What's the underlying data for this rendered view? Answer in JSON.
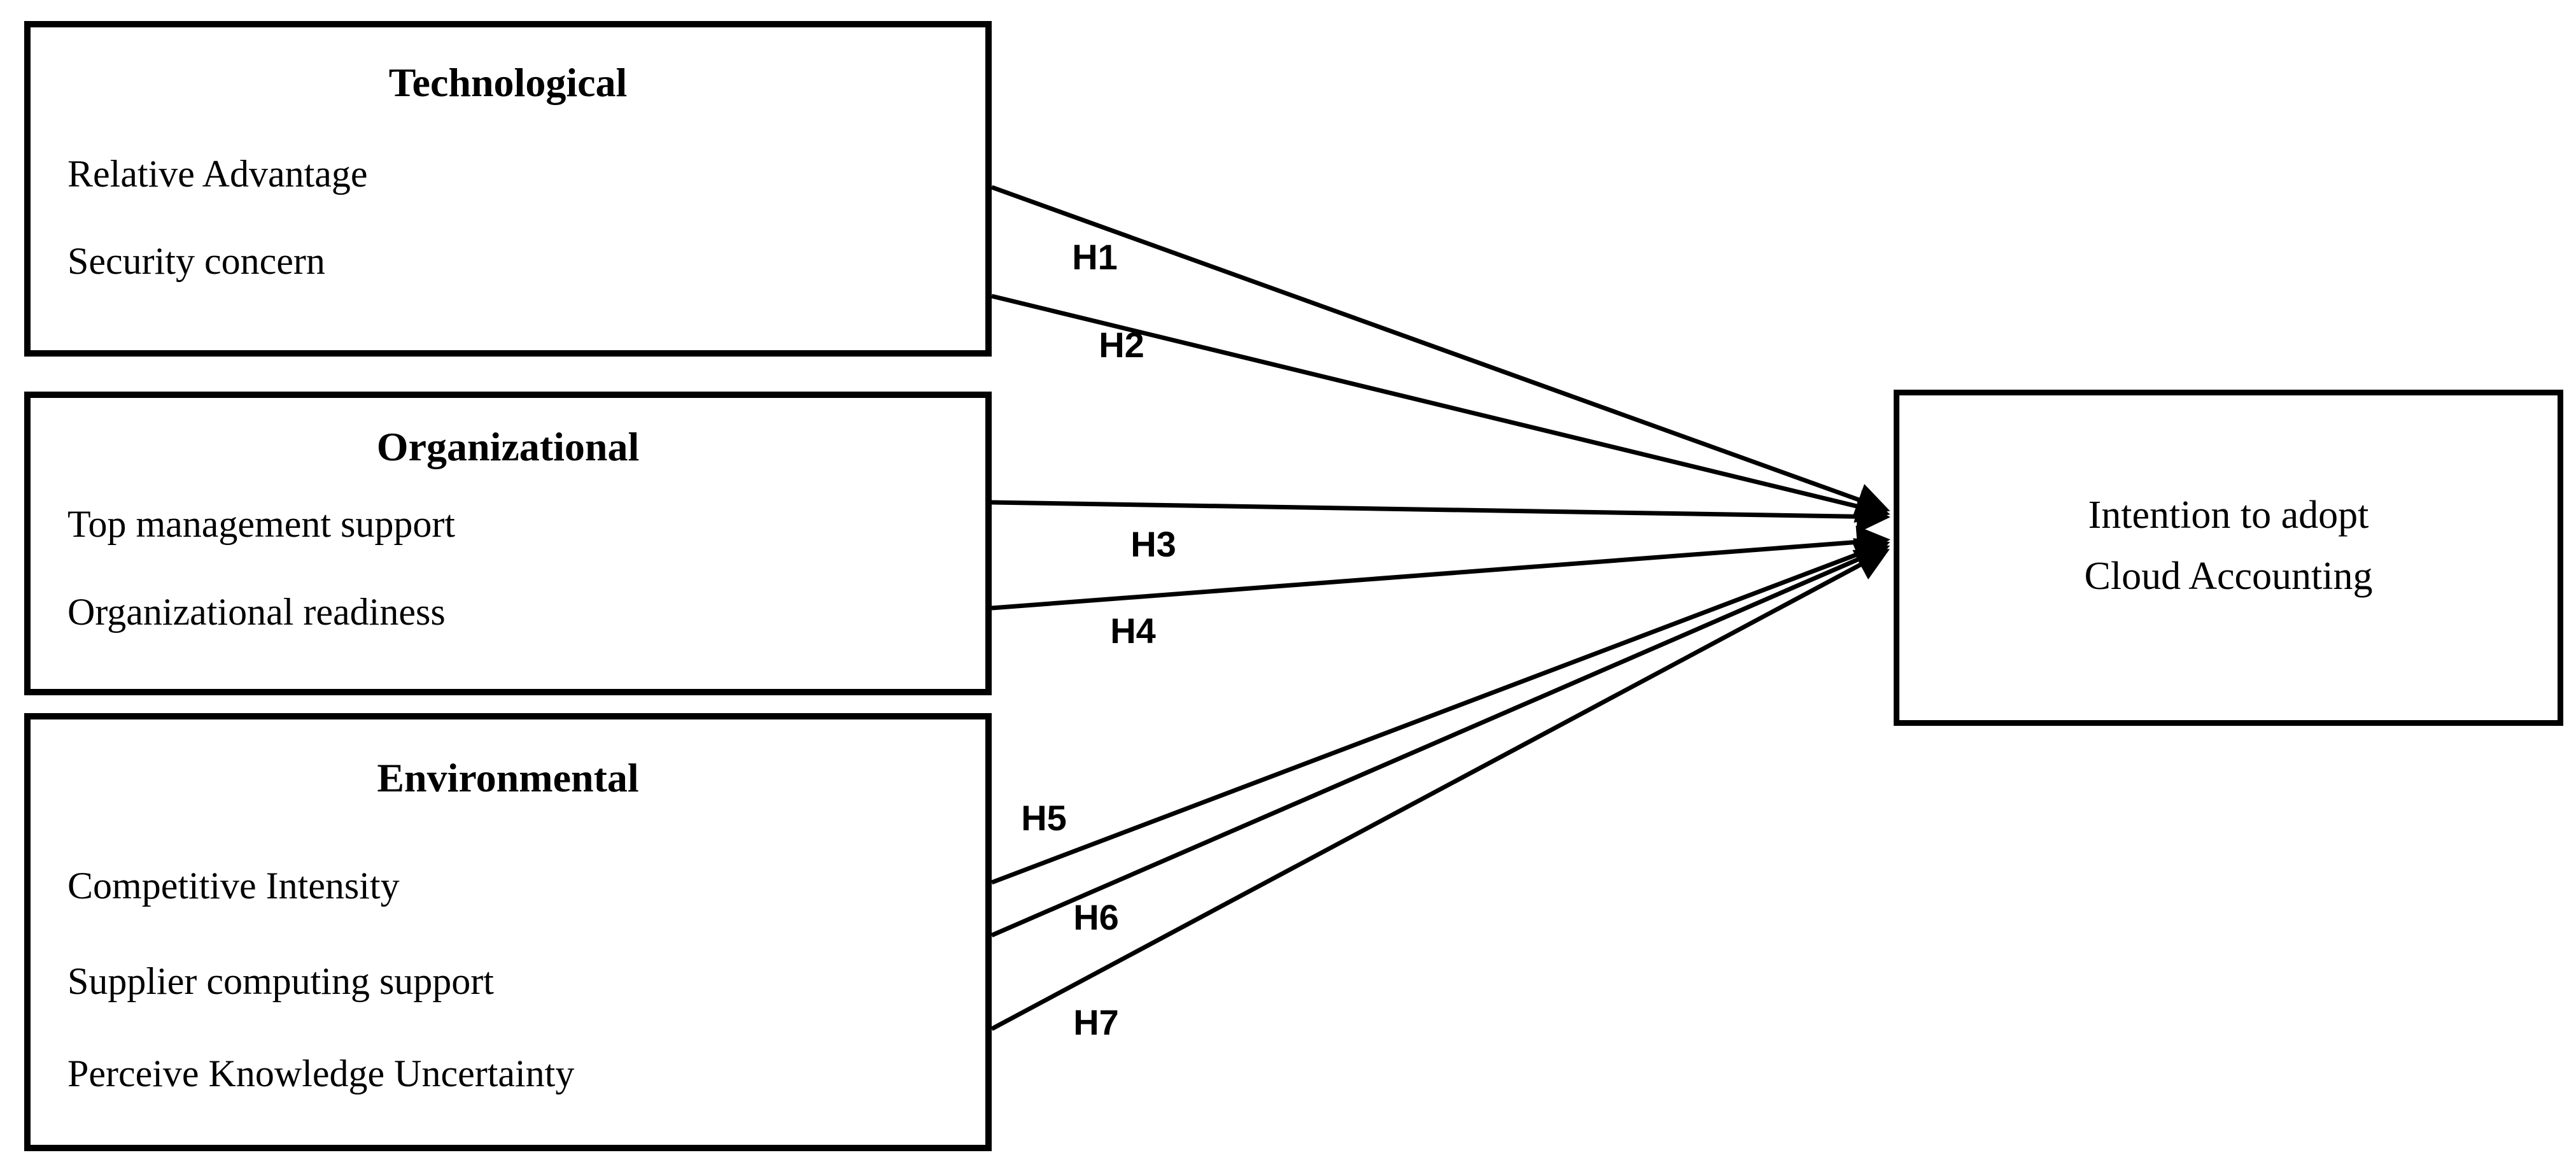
{
  "diagram": {
    "background_color": "#ffffff",
    "stroke_color": "#000000",
    "text_color": "#000000"
  },
  "boxes": {
    "technological": {
      "title": "Technological",
      "items": [
        "Relative Advantage",
        "Security concern"
      ]
    },
    "organizational": {
      "title": "Organizational",
      "items": [
        "Top management support",
        "Organizational readiness"
      ]
    },
    "environmental": {
      "title": "Environmental",
      "items": [
        "Competitive Intensity",
        "Supplier computing support",
        "Perceive Knowledge Uncertainty"
      ]
    },
    "outcome": {
      "lines": [
        "Intention to adopt",
        "Cloud Accounting"
      ]
    }
  },
  "hypotheses": [
    {
      "label": "H1",
      "from": "Technological",
      "to": "Intention to adopt Cloud Accounting"
    },
    {
      "label": "H2",
      "from": "Technological",
      "to": "Intention to adopt Cloud Accounting"
    },
    {
      "label": "H3",
      "from": "Organizational",
      "to": "Intention to adopt Cloud Accounting"
    },
    {
      "label": "H4",
      "from": "Organizational",
      "to": "Intention to adopt Cloud Accounting"
    },
    {
      "label": "H5",
      "from": "Environmental",
      "to": "Intention to adopt Cloud Accounting"
    },
    {
      "label": "H6",
      "from": "Environmental",
      "to": "Intention to adopt Cloud Accounting"
    },
    {
      "label": "H7",
      "from": "Environmental",
      "to": "Intention to adopt Cloud Accounting"
    }
  ]
}
